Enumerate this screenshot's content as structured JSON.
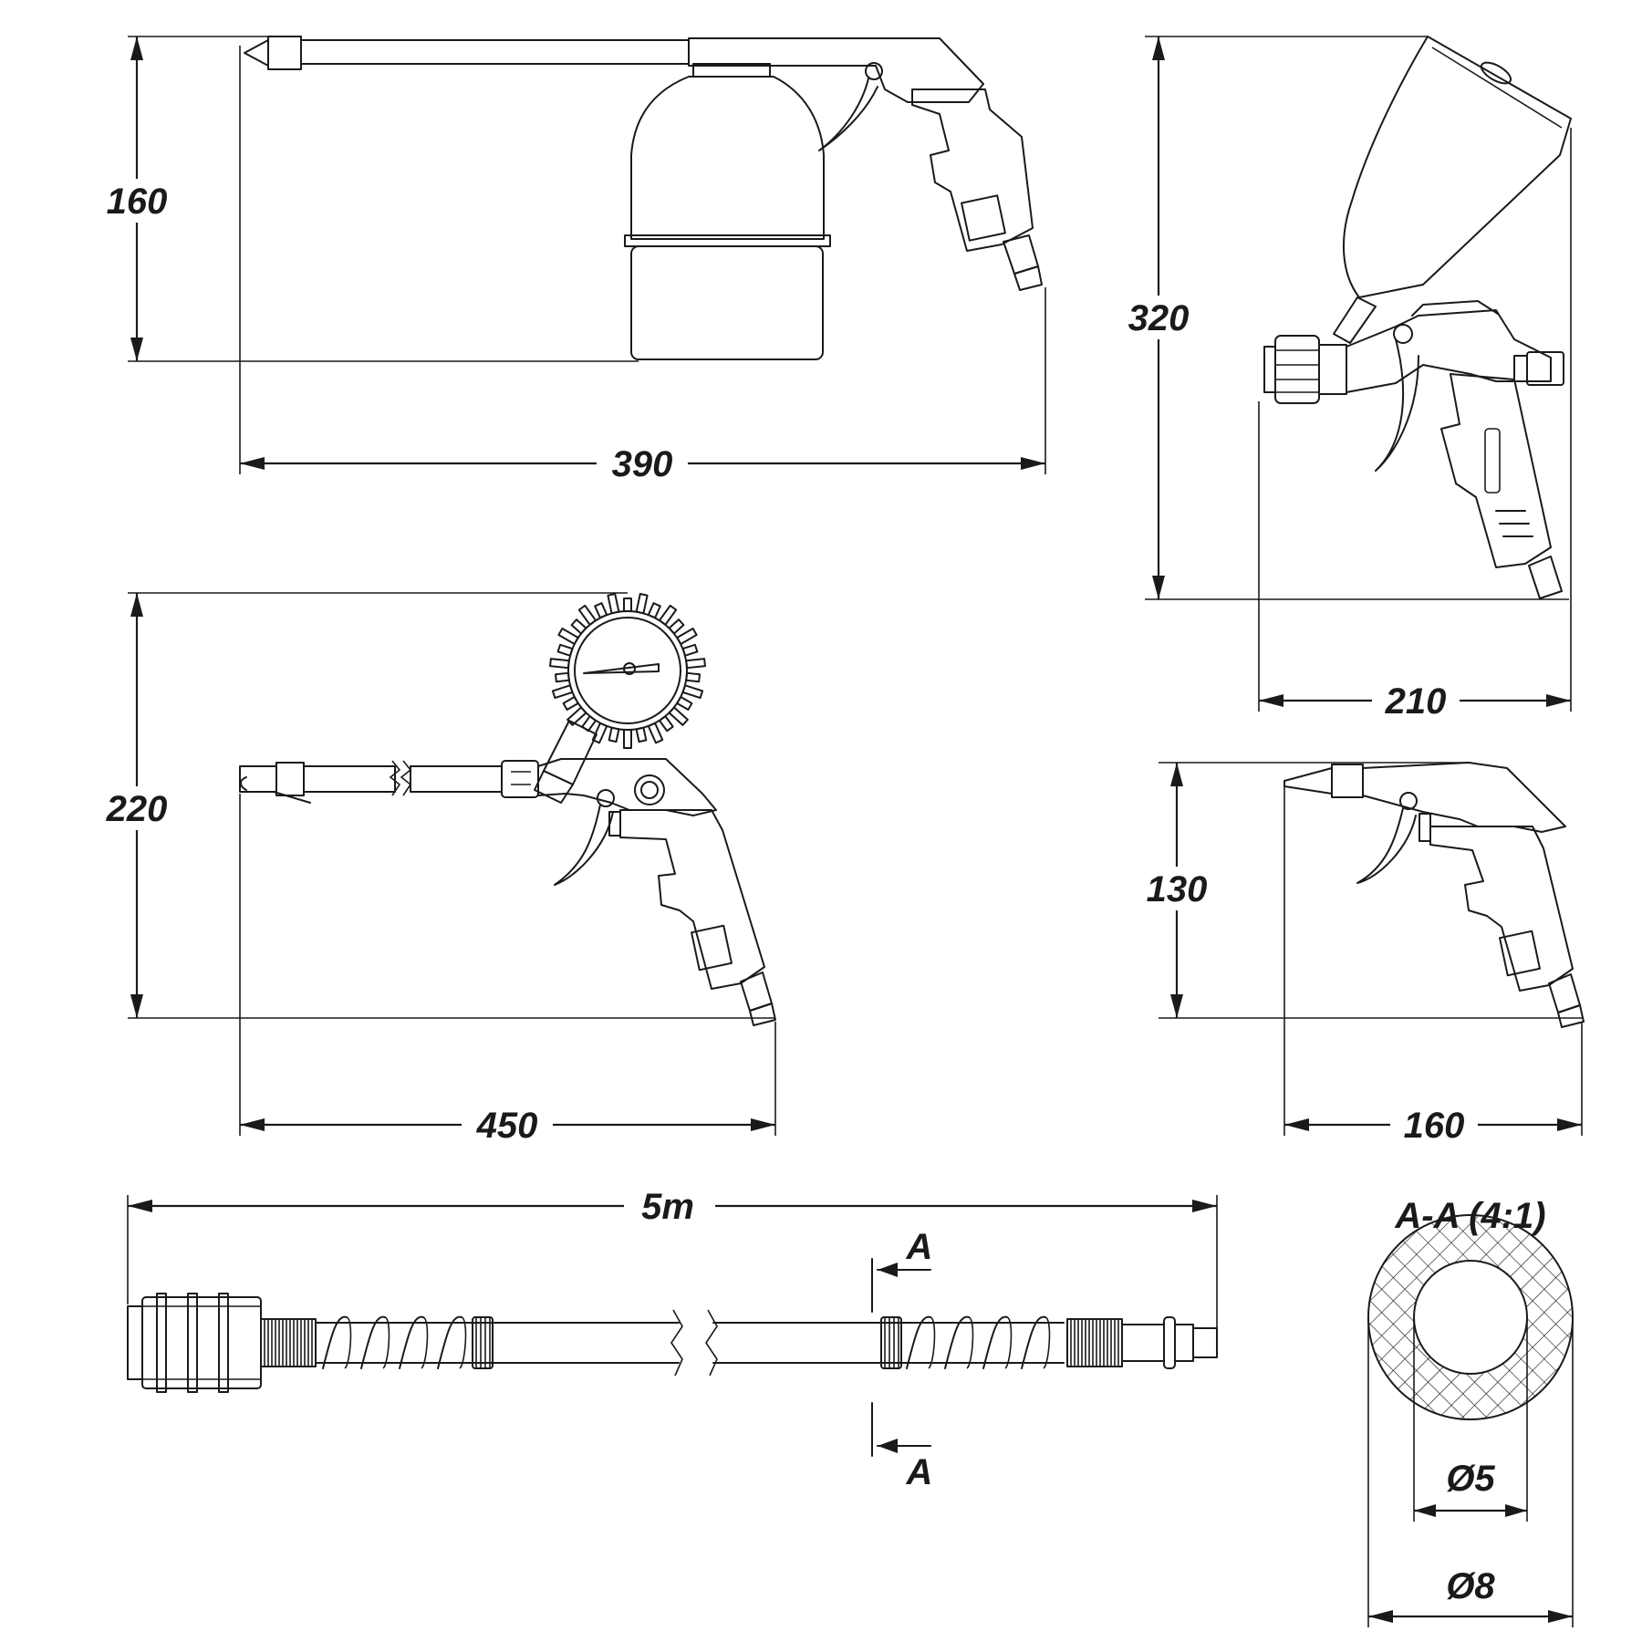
{
  "dimensions": {
    "gun_cup_height": "160",
    "gun_cup_length": "390",
    "spray_gun_height": "320",
    "spray_gun_length": "210",
    "gauge_gun_height": "220",
    "gauge_gun_length": "450",
    "blow_gun_height": "130",
    "blow_gun_length": "160",
    "hose_length": "5m"
  },
  "section": {
    "title": "A-A (4:1)",
    "cut_label_top": "A",
    "cut_label_bottom": "A",
    "inner_diameter": "Ø5",
    "outer_diameter": "Ø8"
  },
  "colors": {
    "line": "#1a1a1a",
    "background": "#ffffff"
  }
}
